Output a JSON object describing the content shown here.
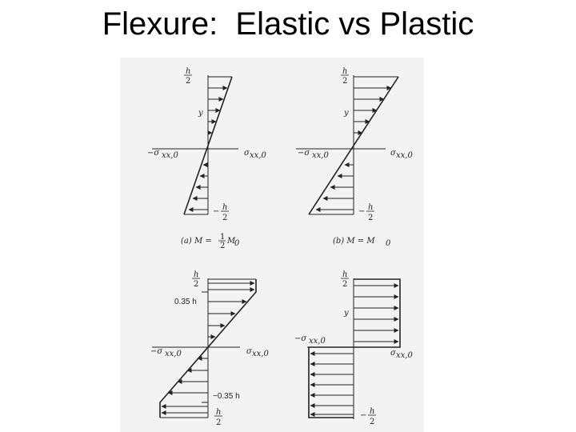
{
  "title": "Flexure:  Elastic vs Plastic",
  "labels": {
    "h_num": "h",
    "h_den": "2",
    "neg_h_prefix": "−",
    "y": "y",
    "sigma_left": "−σ",
    "sigma_right": "σ",
    "sigma_sub": "xx,0",
    "elastic_core_top": "0.35 h",
    "elastic_core_bottom": "−0.35 h"
  },
  "captions": {
    "a_prefix": "(a)  M = ",
    "a_frac_num": "1",
    "a_frac_den": "2",
    "a_suffix": "M",
    "a_sub": "0",
    "b_prefix": "(b)  M = M",
    "b_sub": "0"
  },
  "colors": {
    "ink": "#222222",
    "paper": "#f3f3f3"
  }
}
